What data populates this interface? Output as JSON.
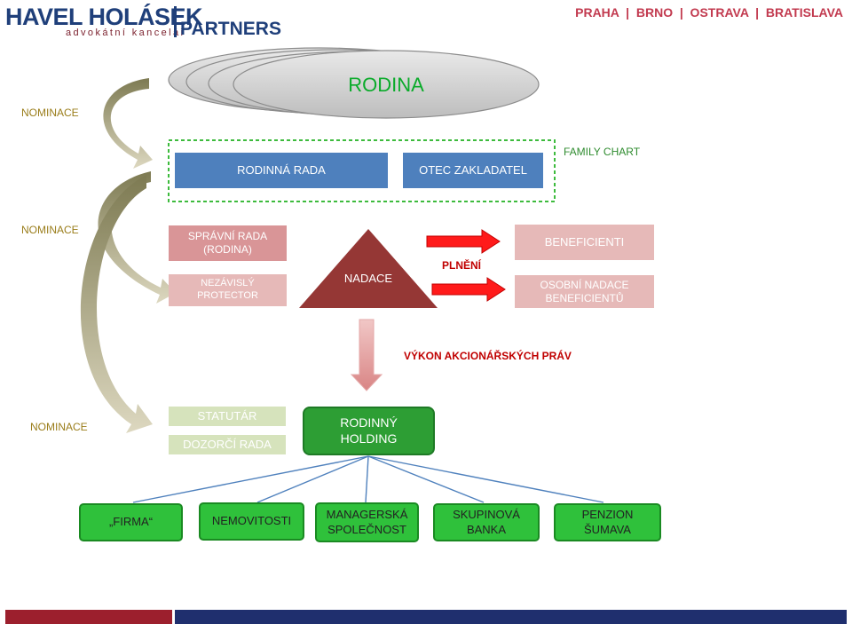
{
  "header": {
    "logo_main": "HAVEL HOLÁSEK",
    "logo_sub": "advokátní kancelář",
    "logo_partners": "PARTNERS",
    "cities": "PRAHA  |  BRNO  |  OSTRAVA  |  BRATISLAVA"
  },
  "diagram": {
    "rodina": "RODINA",
    "nominace": [
      "NOMINACE",
      "NOMINACE",
      "NOMINACE"
    ],
    "family_chart": "FAMILY CHART",
    "rodinna_rada": "RODINNÁ RADA",
    "otec_zakladatel": "OTEC ZAKLADATEL",
    "spravni_rada": "SPRÁVNÍ RADA\n(RODINA)",
    "nezavisly_protector": "NEZÁVISLÝ\nPROTECTOR",
    "nadace": "NADACE",
    "plneni": "PLNĚNÍ",
    "beneficienti": "BENEFICIENTI",
    "osobni_nadace": "OSOBNÍ NADACE\nBENEFICIENTŮ",
    "vykon": "VÝKON AKCIONÁŘSKÝCH PRÁV",
    "statutar": "STATUTÁR",
    "dozorci_rada": "DOZORČÍ RADA",
    "rodinny_holding": "RODINNÝ\nHOLDING",
    "subsidiaries": [
      "„FIRMA“",
      "NEMOVITOSTI",
      "MANAGERSKÁ\nSPOLEČNOST",
      "SKUPINOVÁ\nBANKA",
      "PENZION\nŠUMAVA"
    ]
  },
  "colors": {
    "brand_blue": "#1f3f7a",
    "brand_red": "#9c1f2d",
    "nadace_triangle": "#953735",
    "arrow_red": "#ff0000",
    "green": "#2d9e34"
  }
}
